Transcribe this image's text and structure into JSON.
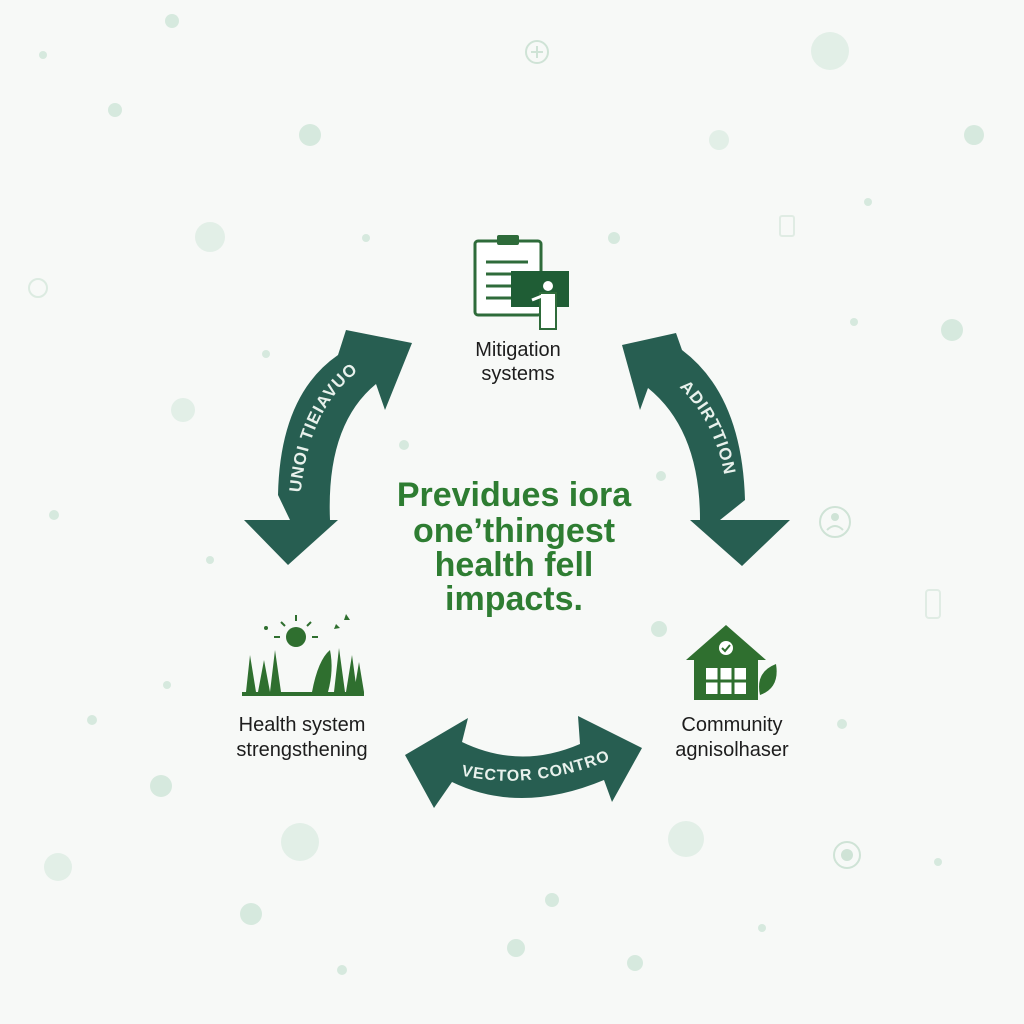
{
  "center": {
    "line1": "Previdues iora",
    "line2": "one’thingest",
    "line3": "health fell",
    "line4": "impacts."
  },
  "nodes": {
    "top": {
      "line1": "Mitigation",
      "line2": "systems",
      "icon": "clipboard-presentation-icon"
    },
    "left": {
      "line1": "Health system",
      "line2": "strengsthening",
      "icon": "forest-sun-icon"
    },
    "right": {
      "line1": "Community",
      "line2": "agnisolhaser",
      "icon": "house-leaf-icon"
    }
  },
  "arrows": {
    "left": "UNOI TIEIAVUOT",
    "right": "ADIRTTION",
    "bottom": "VECTOR CONTRO"
  },
  "colors": {
    "arrow": "#275e51",
    "center_text": "#2e7d32",
    "icon": "#2f6f2f",
    "background": "#f7f9f7"
  }
}
